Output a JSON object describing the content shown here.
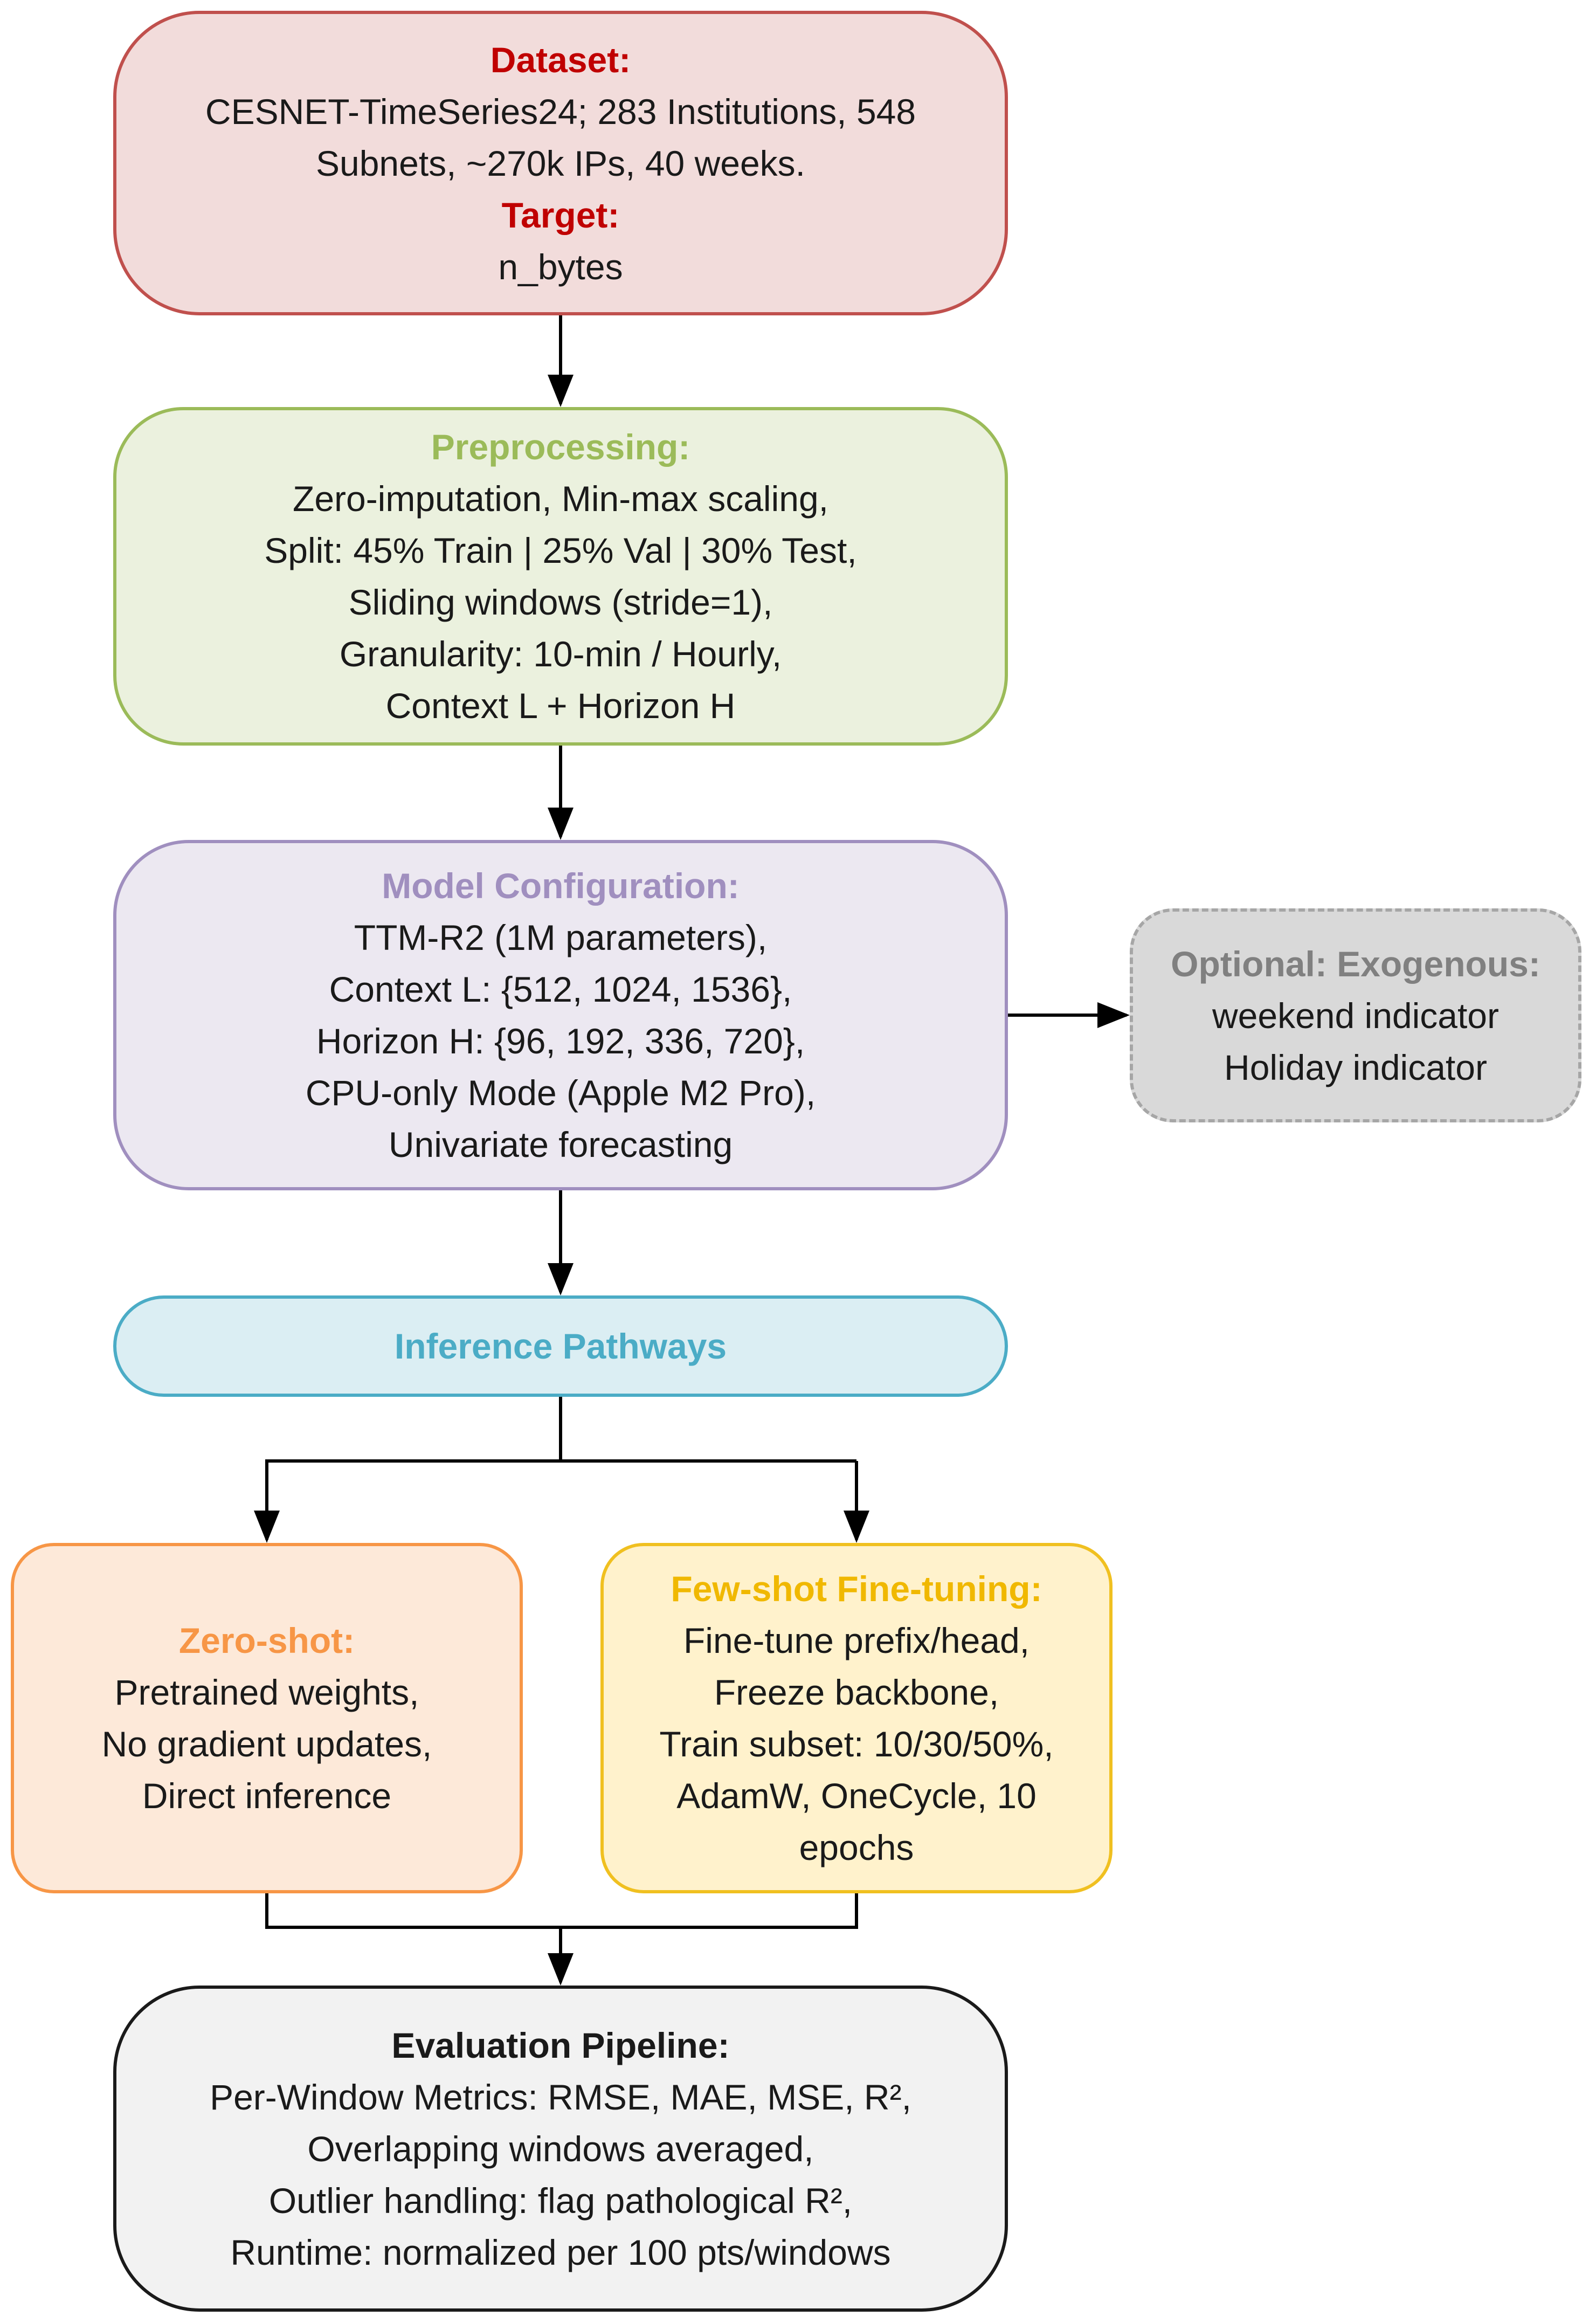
{
  "dataset": {
    "title": "Dataset:",
    "line1": "CESNET-TimeSeries24; 283 Institutions, 548",
    "line2": "Subnets, ~270k IPs, 40 weeks.",
    "target_title": "Target:",
    "target_value": "n_bytes"
  },
  "preprocessing": {
    "title": "Preprocessing:",
    "lines": [
      "Zero-imputation, Min-max scaling,",
      "Split: 45% Train | 25% Val | 30% Test,",
      "Sliding windows (stride=1),",
      "Granularity: 10-min / Hourly,",
      "Context L + Horizon H"
    ]
  },
  "model": {
    "title": "Model Configuration:",
    "lines": [
      "TTM-R2 (1M parameters),",
      "Context L: {512, 1024, 1536},",
      "Horizon H: {96, 192, 336, 720},",
      "CPU-only Mode (Apple M2 Pro),",
      "Univariate forecasting"
    ]
  },
  "exogenous": {
    "title": "Optional: Exogenous:",
    "lines": [
      "weekend indicator",
      "Holiday indicator"
    ]
  },
  "inference": {
    "title": "Inference Pathways"
  },
  "zeroshot": {
    "title": "Zero-shot:",
    "lines": [
      "Pretrained weights,",
      "No gradient updates,",
      "Direct inference"
    ]
  },
  "fewshot": {
    "title": "Few-shot Fine-tuning:",
    "lines": [
      "Fine-tune prefix/head,",
      "Freeze backbone,",
      "Train subset: 10/30/50%,",
      "AdamW, OneCycle, 10",
      "epochs"
    ]
  },
  "evaluation": {
    "title": "Evaluation Pipeline:",
    "lines": [
      "Per-Window Metrics: RMSE, MAE, MSE, R²,",
      "Overlapping windows averaged,",
      "Outlier handling: flag pathological R²,",
      "Runtime: normalized per 100 pts/windows"
    ]
  },
  "colors": {
    "dataset_border": "#c0504d",
    "preprocessing_border": "#9bbb59",
    "model_border": "#a08fbf",
    "exogenous_border": "#a6a6a6",
    "inference_border": "#4bacc6",
    "zeroshot_border": "#f79646",
    "fewshot_border": "#f0c020",
    "evaluation_border": "#1a1a1a"
  }
}
